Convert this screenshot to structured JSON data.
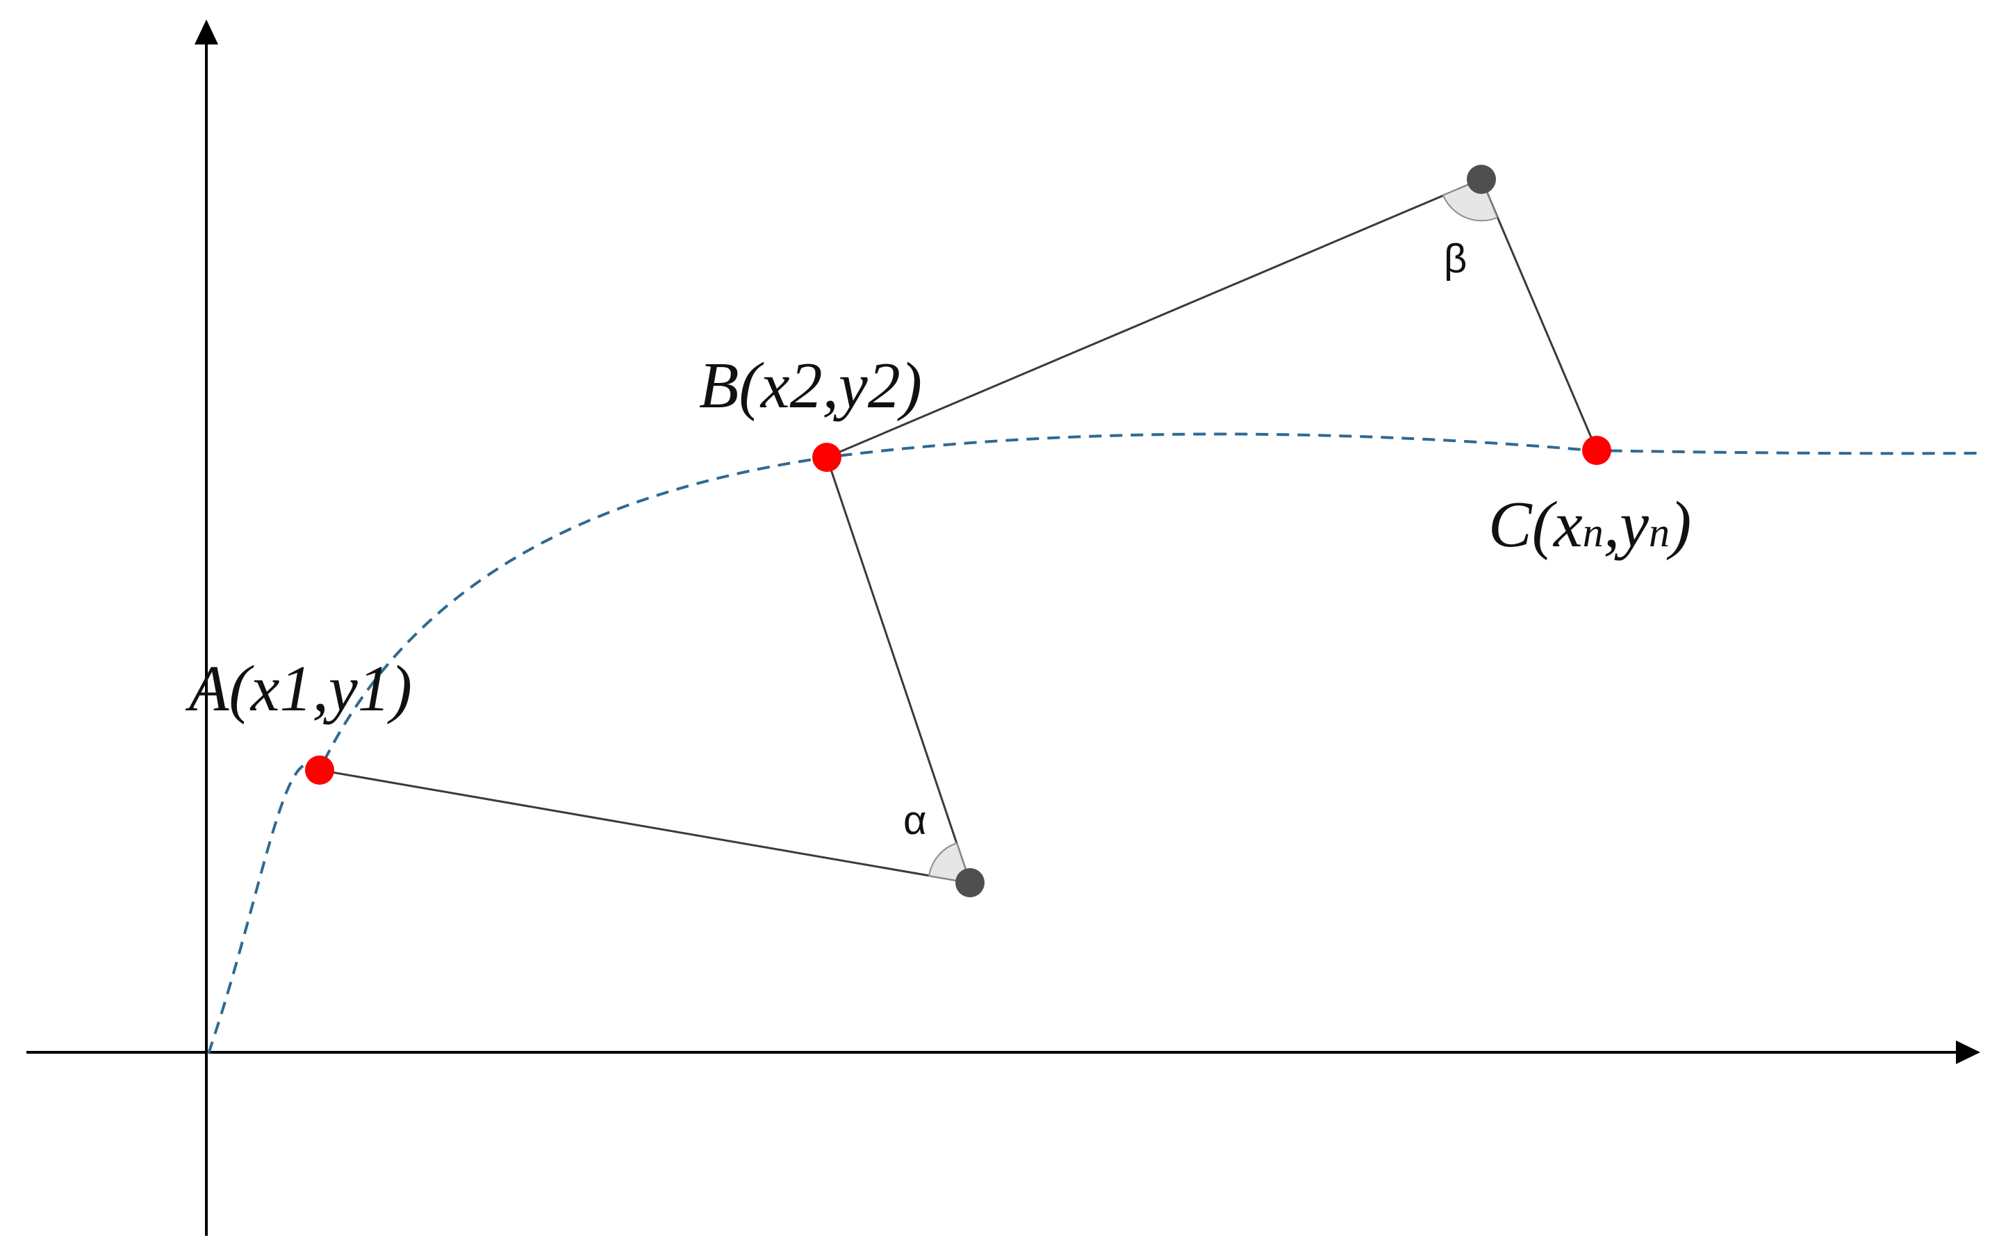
{
  "diagram": {
    "colors": {
      "axis": "#000000",
      "curve": "#2e6a93",
      "segment": "#3a3a3a",
      "curve_point": "#ff0000",
      "vertex_point": "#4f4f4f",
      "angle_fill": "#e6e6e6",
      "angle_stroke": "#8c8c8c"
    },
    "points": {
      "A": {
        "name": "A",
        "open": "(",
        "x": "x1",
        "comma": ",",
        "y": "y1",
        "close": ")"
      },
      "B": {
        "name": "B",
        "open": "(",
        "x": "x2",
        "comma": ",",
        "y": "y2",
        "close": ")"
      },
      "C": {
        "name": "C",
        "open": "(",
        "x": "x",
        "x_sub": "n",
        "comma": ",",
        "y": "y",
        "y_sub": "n",
        "close": ")"
      }
    },
    "angles": {
      "alpha": "α",
      "beta": "β"
    }
  }
}
